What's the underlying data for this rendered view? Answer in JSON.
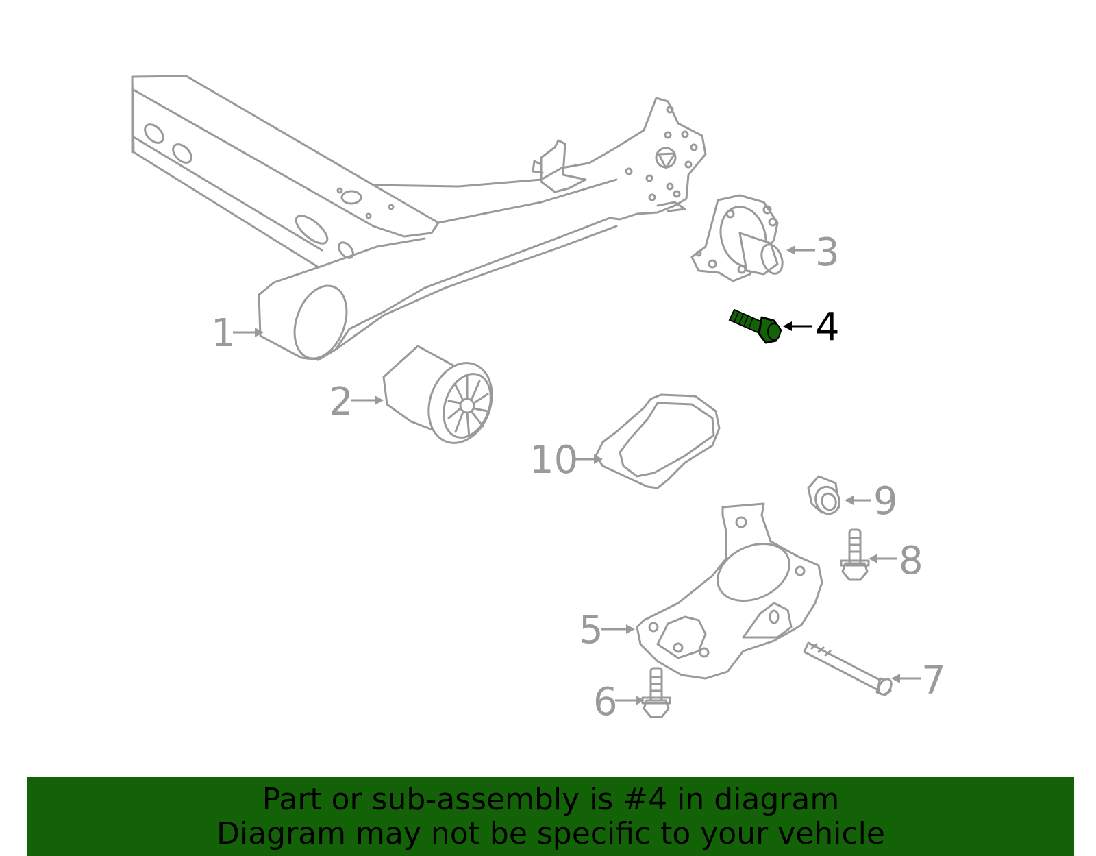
{
  "callouts": [
    {
      "id": "1",
      "label": "1"
    },
    {
      "id": "2",
      "label": "2"
    },
    {
      "id": "3",
      "label": "3"
    },
    {
      "id": "4",
      "label": "4"
    },
    {
      "id": "5",
      "label": "5"
    },
    {
      "id": "6",
      "label": "6"
    },
    {
      "id": "7",
      "label": "7"
    },
    {
      "id": "8",
      "label": "8"
    },
    {
      "id": "9",
      "label": "9"
    },
    {
      "id": "10",
      "label": "10"
    }
  ],
  "highlighted_part": "4",
  "colors": {
    "line": "#9a9a9a",
    "highlight_part": "#136207",
    "banner_background": "#136207",
    "banner_text": "#000000"
  },
  "banner": {
    "line1": "Part or sub-assembly is #4 in diagram",
    "line2": "Diagram may not be specific to your vehicle"
  }
}
